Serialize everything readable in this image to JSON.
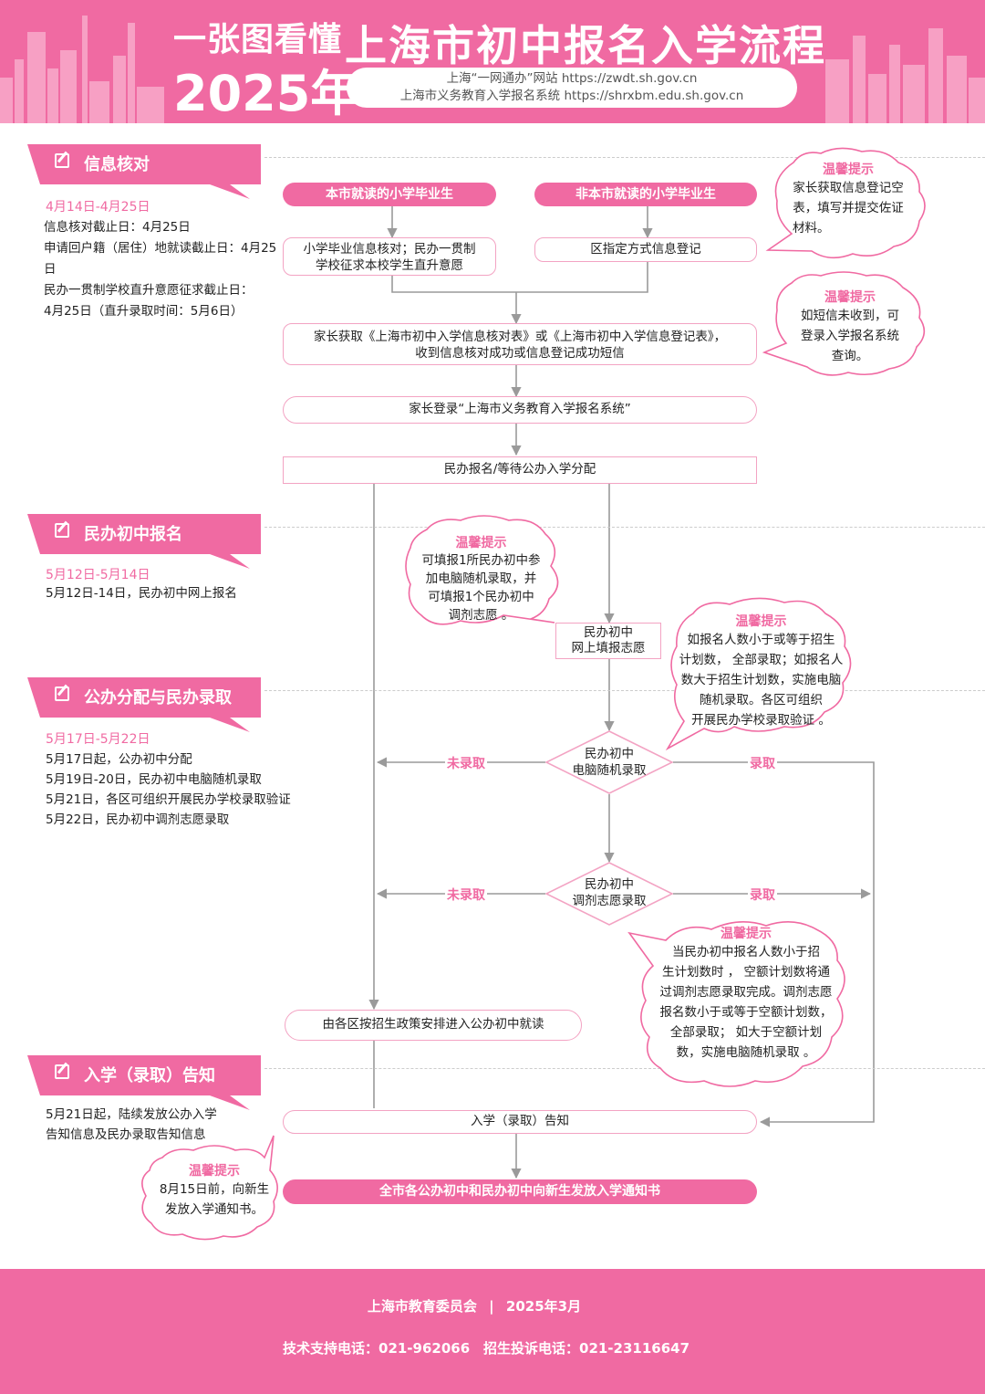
{
  "header": {
    "title_left": "一张图看懂",
    "year": "2025年",
    "title_main": "上海市初中报名入学流程",
    "url1": "上海“一网通办”网站 https://zwdt.sh.gov.cn",
    "url2": "上海市义务教育入学报名系统 https://shrxbm.edu.sh.gov.cn"
  },
  "sections": [
    {
      "title": "信息核对",
      "date_range": "4月14日-4月25日",
      "lines": [
        "信息核对截止日：4月25日",
        "申请回户籍（居住）地就读截止日：4月25日",
        "民办一贯制学校直升意愿征求截止日：",
        "4月25日（直升录取时间：5月6日）"
      ]
    },
    {
      "title": "民办初中报名",
      "date_range": "5月12日-5月14日",
      "lines": [
        "5月12日-14日，民办初中网上报名"
      ]
    },
    {
      "title": "公办分配与民办录取",
      "date_range": "5月17日-5月22日",
      "lines": [
        "5月17日起，公办初中分配",
        "5月19日-20日，民办初中电脑随机录取",
        "5月21日，各区可组织开展民办学校录取验证",
        "5月22日，民办初中调剂志愿录取"
      ]
    },
    {
      "title": "入学（录取）告知",
      "date_range": "",
      "lines": [
        "5月21日起，陆续发放公办入学",
        "告知信息及民办录取告知信息"
      ]
    }
  ],
  "flow": {
    "local_grads": "本市就读的小学毕业生",
    "nonlocal_grads": "非本市就读的小学毕业生",
    "verify_line1": "小学毕业信息核对；民办一贯制",
    "verify_line2": "学校征求本校学生直升意愿",
    "register": "区指定方式信息登记",
    "parent_get_line1": "家长获取《上海市初中入学信息核对表》或《上海市初中入学信息登记表》，",
    "parent_get_line2": "收到信息核对成功或信息登记成功短信",
    "login": "家长登录“上海市义务教育入学报名系统”",
    "branch": "民办报名/等待公办入学分配",
    "online_line1": "民办初中",
    "online_line2": "网上填报志愿",
    "lottery_line1": "民办初中",
    "lottery_line2": "电脑随机录取",
    "adjust_line1": "民办初中",
    "adjust_line2": "调剂志愿录取",
    "not_admitted": "未录取",
    "admitted": "录取",
    "public_assign": "由各区按招生政策安排进入公办初中就读",
    "notice": "入学（录取）告知",
    "final": "全市各公办初中和民办初中向新生发放入学通知书"
  },
  "tips": {
    "title": "温馨提示",
    "t1": [
      "家长获取信息登记空",
      "表，填写并提交佐证",
      "材料。"
    ],
    "t2": [
      "如短信未收到，可",
      "登录入学报名系统",
      "查询。"
    ],
    "t3": [
      "可填报1所民办初中参",
      "加电脑随机录取，并",
      "可填报1个民办初中",
      "调剂志愿 。"
    ],
    "t4": [
      "如报名人数小于或等于招生",
      "计划数， 全部录取；如报名人",
      "数大于招生计划数，实施电脑",
      "随机录取。各区可组织",
      "开展民办学校录取验证 。"
    ],
    "t5": [
      "当民办初中报名人数小于招",
      "生计划数时 ， 空额计划数将通",
      "过调剂志愿录取完成。调剂志愿",
      "报名数小于或等于空额计划数，",
      "全部录取； 如大于空额计划",
      "数，实施电脑随机录取 。"
    ],
    "t6": [
      "8月15日前，向新生",
      "发放入学通知书。"
    ]
  },
  "footer": {
    "org": "上海市教育委员会",
    "sep": "|",
    "date": "2025年3月",
    "tech": "技术支持电话：021-962066",
    "complaint": "招生投诉电话：021-23116647"
  },
  "colors": {
    "accent": "#f06aa2",
    "box_border": "#f3a3c3",
    "line": "#9a9a9a"
  }
}
